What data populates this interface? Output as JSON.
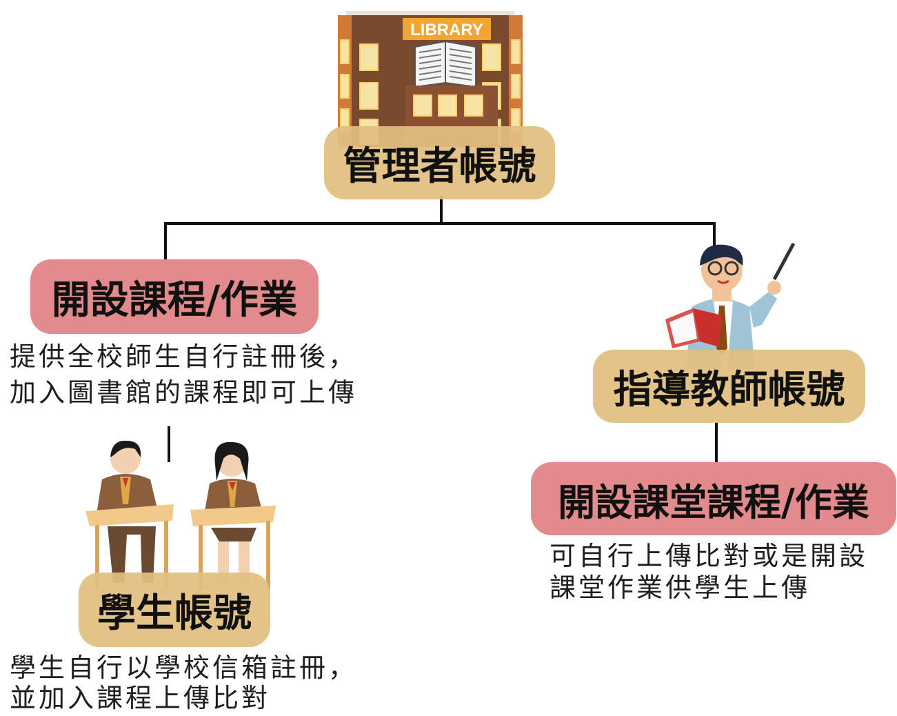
{
  "library_sign": "LIBRARY",
  "admin": {
    "label": "管理者帳號"
  },
  "open_course": {
    "label": "開設課程/作業",
    "desc_line1": "提供全校師生自行註冊後，",
    "desc_line2": "加入圖書館的課程即可上傳"
  },
  "teacher": {
    "label": "指導教師帳號"
  },
  "class_course": {
    "label": "開設課堂課程/作業",
    "desc_line1": "可自行上傳比對或是開設",
    "desc_line2": "課堂作業供學生上傳"
  },
  "student": {
    "label": "學生帳號",
    "desc_line1": "學生自行以學校信箱註冊，",
    "desc_line2": "並加入課程上傳比對"
  },
  "colors": {
    "tan_box": "#e2be80",
    "pink_box": "#e38b8c",
    "connector": "#111111"
  },
  "icons": [
    "library-building-icon",
    "teacher-illustration",
    "students-illustration"
  ]
}
